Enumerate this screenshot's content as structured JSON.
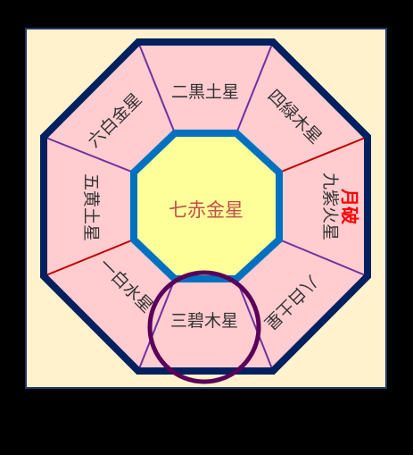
{
  "center": {
    "label": "七赤金星"
  },
  "sectors": [
    {
      "id": "north",
      "label": "二黒土星"
    },
    {
      "id": "northeast",
      "label": "四緑木星"
    },
    {
      "id": "east",
      "label": "九紫火星"
    },
    {
      "id": "southeast",
      "label": "八白土星"
    },
    {
      "id": "south",
      "label": "三碧木星"
    },
    {
      "id": "southwest",
      "label": "一白水星"
    },
    {
      "id": "west",
      "label": "五黄土星"
    },
    {
      "id": "northwest",
      "label": "六白金星"
    }
  ],
  "annotation": {
    "label": "月破"
  },
  "colors": {
    "background": "#000000",
    "panel": "#fff2cc",
    "panel_border": "#1f3864",
    "sector_fill": "#ffccd0",
    "octagon_border": "#002060",
    "inner_fill": "#ffff99",
    "inner_border": "#0070c0",
    "divider_purple": "#7030a0",
    "divider_red": "#c00000",
    "label_text": "#333333",
    "center_text": "#c0504d",
    "annotation_text": "#ff0000",
    "highlight_circle": "#5a005a"
  }
}
